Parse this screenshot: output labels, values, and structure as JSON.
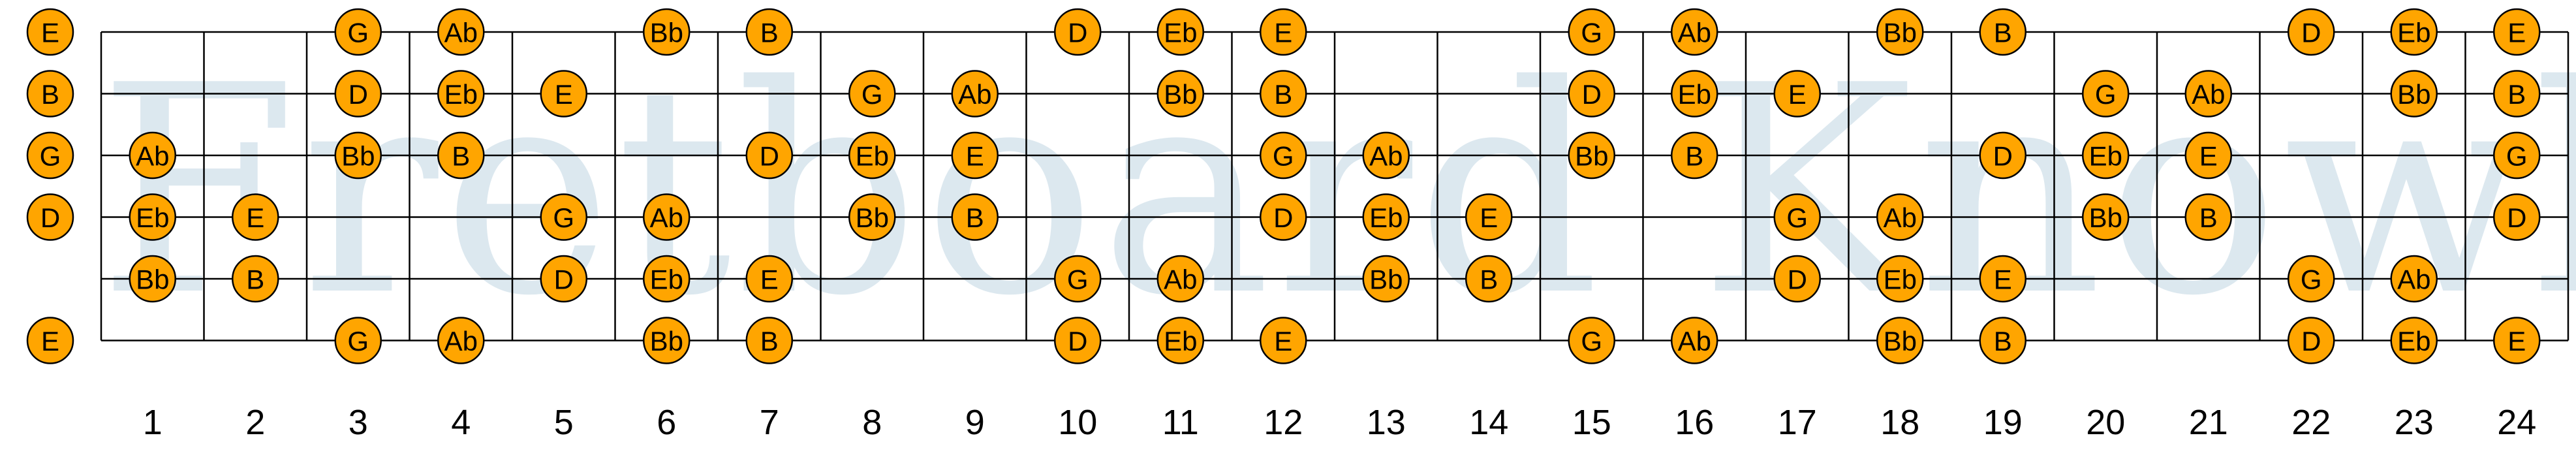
{
  "watermark": "Fretboard Knowledge",
  "colors": {
    "note_fill": "#FFA500",
    "note_stroke": "#000000",
    "line": "#000000",
    "watermark": "#dce8ef"
  },
  "frets": [
    1,
    2,
    3,
    4,
    5,
    6,
    7,
    8,
    9,
    10,
    11,
    12,
    13,
    14,
    15,
    16,
    17,
    18,
    19,
    20,
    21,
    22,
    23,
    24
  ],
  "strings": [
    {
      "open": "E",
      "notes": [
        {
          "fret": 3,
          "label": "G"
        },
        {
          "fret": 4,
          "label": "Ab"
        },
        {
          "fret": 6,
          "label": "Bb"
        },
        {
          "fret": 7,
          "label": "B"
        },
        {
          "fret": 10,
          "label": "D"
        },
        {
          "fret": 11,
          "label": "Eb"
        },
        {
          "fret": 12,
          "label": "E"
        },
        {
          "fret": 15,
          "label": "G"
        },
        {
          "fret": 16,
          "label": "Ab"
        },
        {
          "fret": 18,
          "label": "Bb"
        },
        {
          "fret": 19,
          "label": "B"
        },
        {
          "fret": 22,
          "label": "D"
        },
        {
          "fret": 23,
          "label": "Eb"
        },
        {
          "fret": 24,
          "label": "E"
        }
      ]
    },
    {
      "open": "B",
      "notes": [
        {
          "fret": 3,
          "label": "D"
        },
        {
          "fret": 4,
          "label": "Eb"
        },
        {
          "fret": 5,
          "label": "E"
        },
        {
          "fret": 8,
          "label": "G"
        },
        {
          "fret": 9,
          "label": "Ab"
        },
        {
          "fret": 11,
          "label": "Bb"
        },
        {
          "fret": 12,
          "label": "B"
        },
        {
          "fret": 15,
          "label": "D"
        },
        {
          "fret": 16,
          "label": "Eb"
        },
        {
          "fret": 17,
          "label": "E"
        },
        {
          "fret": 20,
          "label": "G"
        },
        {
          "fret": 21,
          "label": "Ab"
        },
        {
          "fret": 23,
          "label": "Bb"
        },
        {
          "fret": 24,
          "label": "B"
        }
      ]
    },
    {
      "open": "G",
      "notes": [
        {
          "fret": 1,
          "label": "Ab"
        },
        {
          "fret": 3,
          "label": "Bb"
        },
        {
          "fret": 4,
          "label": "B"
        },
        {
          "fret": 7,
          "label": "D"
        },
        {
          "fret": 8,
          "label": "Eb"
        },
        {
          "fret": 9,
          "label": "E"
        },
        {
          "fret": 12,
          "label": "G"
        },
        {
          "fret": 13,
          "label": "Ab"
        },
        {
          "fret": 15,
          "label": "Bb"
        },
        {
          "fret": 16,
          "label": "B"
        },
        {
          "fret": 19,
          "label": "D"
        },
        {
          "fret": 20,
          "label": "Eb"
        },
        {
          "fret": 21,
          "label": "E"
        },
        {
          "fret": 24,
          "label": "G"
        }
      ]
    },
    {
      "open": "D",
      "notes": [
        {
          "fret": 1,
          "label": "Eb"
        },
        {
          "fret": 2,
          "label": "E"
        },
        {
          "fret": 5,
          "label": "G"
        },
        {
          "fret": 6,
          "label": "Ab"
        },
        {
          "fret": 8,
          "label": "Bb"
        },
        {
          "fret": 9,
          "label": "B"
        },
        {
          "fret": 12,
          "label": "D"
        },
        {
          "fret": 13,
          "label": "Eb"
        },
        {
          "fret": 14,
          "label": "E"
        },
        {
          "fret": 17,
          "label": "G"
        },
        {
          "fret": 18,
          "label": "Ab"
        },
        {
          "fret": 20,
          "label": "Bb"
        },
        {
          "fret": 21,
          "label": "B"
        },
        {
          "fret": 24,
          "label": "D"
        }
      ]
    },
    {
      "open": "",
      "notes": [
        {
          "fret": 1,
          "label": "Bb"
        },
        {
          "fret": 2,
          "label": "B"
        },
        {
          "fret": 5,
          "label": "D"
        },
        {
          "fret": 6,
          "label": "Eb"
        },
        {
          "fret": 7,
          "label": "E"
        },
        {
          "fret": 10,
          "label": "G"
        },
        {
          "fret": 11,
          "label": "Ab"
        },
        {
          "fret": 13,
          "label": "Bb"
        },
        {
          "fret": 14,
          "label": "B"
        },
        {
          "fret": 17,
          "label": "D"
        },
        {
          "fret": 18,
          "label": "Eb"
        },
        {
          "fret": 19,
          "label": "E"
        },
        {
          "fret": 22,
          "label": "G"
        },
        {
          "fret": 23,
          "label": "Ab"
        }
      ]
    },
    {
      "open": "E",
      "notes": [
        {
          "fret": 3,
          "label": "G"
        },
        {
          "fret": 4,
          "label": "Ab"
        },
        {
          "fret": 6,
          "label": "Bb"
        },
        {
          "fret": 7,
          "label": "B"
        },
        {
          "fret": 10,
          "label": "D"
        },
        {
          "fret": 11,
          "label": "Eb"
        },
        {
          "fret": 12,
          "label": "E"
        },
        {
          "fret": 15,
          "label": "G"
        },
        {
          "fret": 16,
          "label": "Ab"
        },
        {
          "fret": 18,
          "label": "Bb"
        },
        {
          "fret": 19,
          "label": "B"
        },
        {
          "fret": 22,
          "label": "D"
        },
        {
          "fret": 23,
          "label": "Eb"
        },
        {
          "fret": 24,
          "label": "E"
        }
      ]
    }
  ]
}
